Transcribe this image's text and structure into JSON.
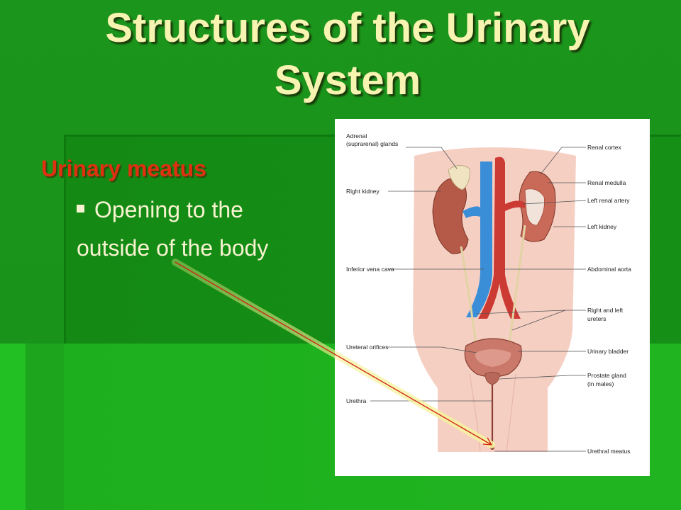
{
  "slide": {
    "title_line1": "Structures of the Urinary",
    "title_line2": "System",
    "heading": "Urinary meatus",
    "bullet_line1": "Opening to the",
    "bullet_line2": "outside of the body"
  },
  "figure": {
    "labels_left": [
      "Adrenal",
      "(suprarenal) glands",
      "Right kidney",
      "Inferior vena cava",
      "Ureteral orifices",
      "Urethra"
    ],
    "labels_right": [
      "Renal cortex",
      "Renal medulla",
      "Left renal artery",
      "Left kidney",
      "Abdominal aorta",
      "Right and left",
      "ureters",
      "Urinary bladder",
      "Prostate gland",
      "(in males)",
      "Urethral meatus"
    ]
  },
  "colors": {
    "title": "#f7f3b0",
    "heading": "#e03010",
    "body_text": "#f7f3d0",
    "arrow": "#d02010"
  }
}
